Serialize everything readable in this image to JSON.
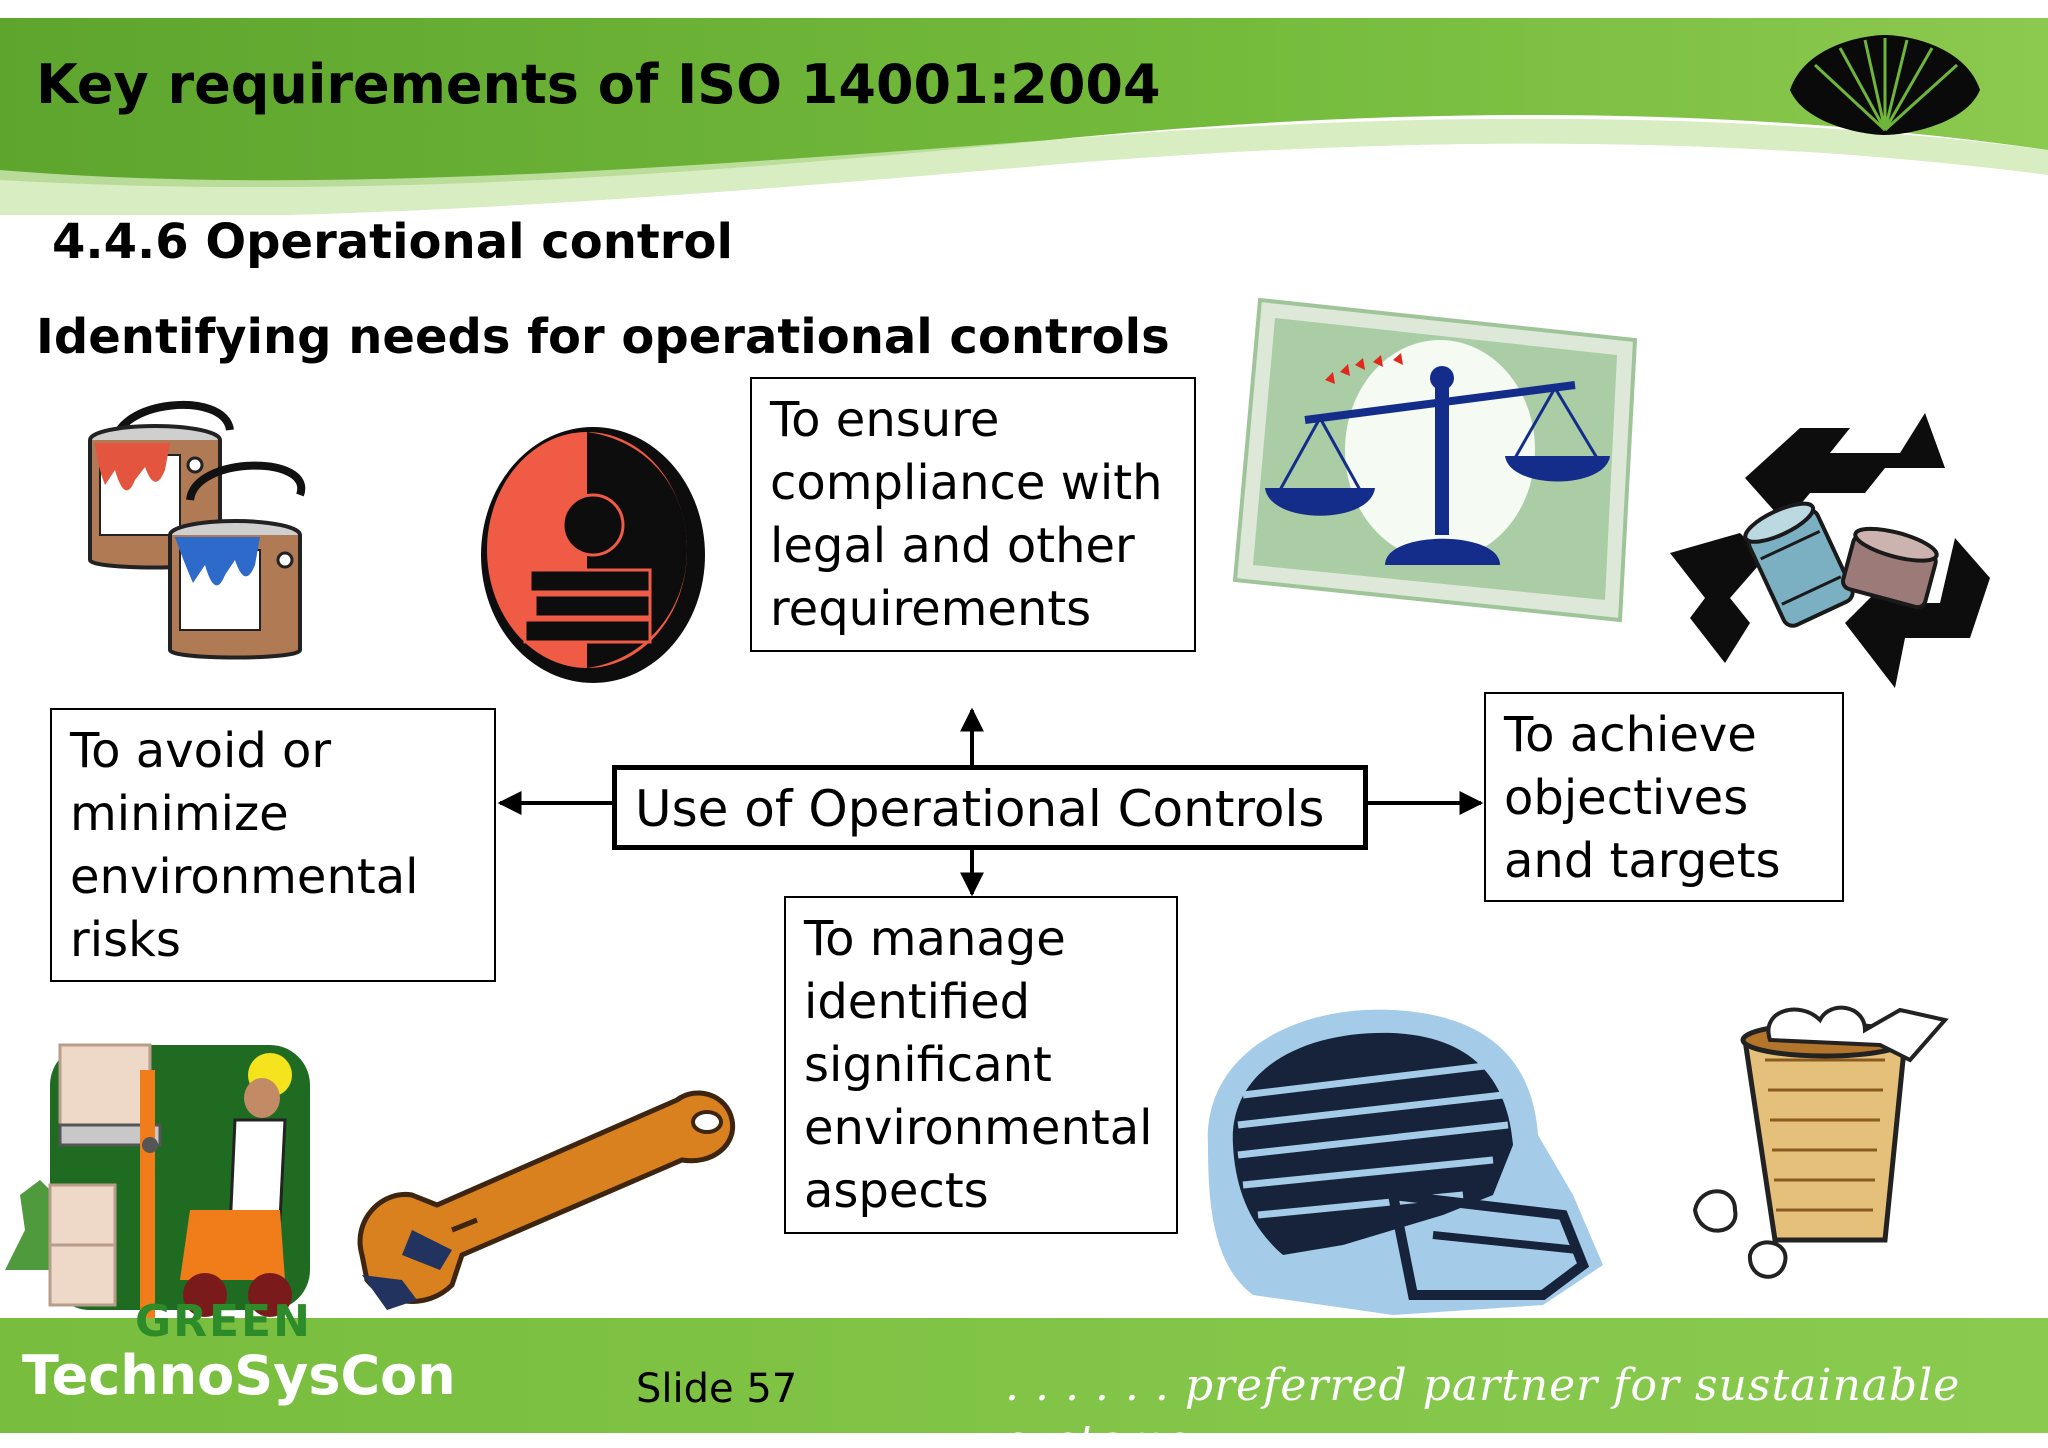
{
  "slide": {
    "title": "Key requirements of ISO 14001:2004",
    "subtitle": "4.4.6 Operational control",
    "heading": "Identifying needs for operational controls",
    "center_label": "Use of Operational Controls",
    "boxes": {
      "top": "To ensure\ncompliance with\nlegal and other\nrequirements",
      "left": "To avoid or\nminimize\nenvironmental\nrisks",
      "right": "To achieve\nobjectives\nand targets",
      "bottom": " To manage\nidentified\nsignificant\nenvironmental\naspects"
    },
    "footer": {
      "logo_top": "GREEN",
      "logo_bottom": "TechnoSysCon",
      "slide_number": "Slide 57",
      "tagline": ". . . . . .  preferred partner for sustainable systems"
    }
  },
  "colors": {
    "header_green": "#6eb53a",
    "footer_green": "#7dc243",
    "light_green": "#c9e5a8"
  },
  "icons": [
    "logo-shell-icon",
    "paint-cans-icon",
    "apple-books-icon",
    "scales-icon",
    "recycle-icon",
    "forklift-icon",
    "wrench-icon",
    "helmet-icon",
    "trash-basket-icon"
  ]
}
